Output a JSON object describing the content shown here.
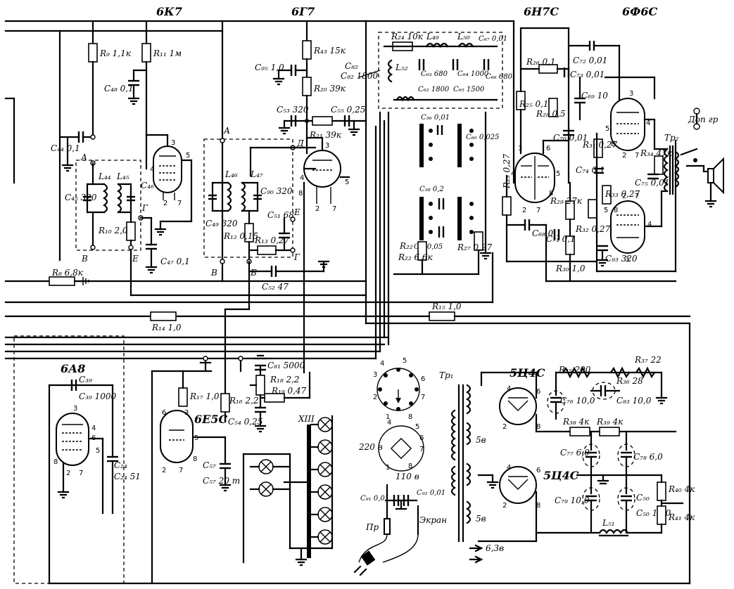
{
  "tubes": {
    "t6k7": "6К7",
    "t6g7": "6Г7",
    "t6n7s": "6Н7С",
    "t6f6s": "6Ф6С",
    "t6a8": "6А8",
    "t6e5s": "6Е5С",
    "t5c4s_a": "5Ц4С",
    "t5c4s_b": "5Ц4С"
  },
  "resistors": {
    "r9": "R₉ 1,1к",
    "r11": "R₁₁ 1м",
    "r43": "R₄₃ 15к",
    "r20": "R₂₀ 39к",
    "r21": "R₂₁ 39к",
    "r24": "R₂₄ 10к",
    "r26": "R₂₆ 0,1",
    "r25": "R₂₅ 0,1",
    "r28": "R₂₈ 0,5",
    "r31": "R₃₁ 0,27",
    "r34": "R₃₄ 47к",
    "r33": "R₃₃ 0,27",
    "r32": "R₃₂ 0,27",
    "r23": "R₂₃ 0,27",
    "r29": "R₂₉ 27к",
    "r30": "R₃₀ 1,0",
    "r27": "R₂₇ 0,27",
    "r22": "R₂₂ 6,6к",
    "r10": "R₁₀ 2,0",
    "r12": "R₁₂ 0,15",
    "r13": "R₁₃ 0,27",
    "r8": "R₈ 6,8к",
    "r15": "R₁₅ 1,0",
    "r14": "R₁₄ 1,0",
    "r17": "R₁₇ 1,0",
    "r16": "R₁₆ 2,2",
    "r18": "R₁₈ 2,2",
    "r19": "R₁₉ 0,47",
    "r35": "R₃₅ 200",
    "r36": "R₃₆ 28",
    "r37": "R₃₇ 22",
    "r38": "R₃₈ 4к",
    "r39": "R₃₉ 4к",
    "r40": "R₄₀ 4к",
    "r41": "R₄₁ 4к"
  },
  "capacitors": {
    "c48": "C₄₈ 0,1",
    "c95": "C₉₅ 1,0",
    "c82": "C₈₂ 1800",
    "c53": "C₅₃ 320",
    "c55": "C₅₅ 0,25",
    "c44": "C₄₄ 0,1",
    "c45": "C₄₅ 320",
    "c46": "C₄₆ 320",
    "c47": "C₄₇ 0,1",
    "c49": "C₄₉ 320",
    "c90": "C₉₀ 320",
    "c51": "C₅₁ 68",
    "c52": "C₅₂ 47",
    "c67": "C₆₇ 0,01",
    "c63": "C₆₃ 680",
    "c64": "C₆₄ 1000",
    "c66": "C₆₆ 680",
    "c62": "C₆₂ 1800",
    "c65": "C₆₅ 1500",
    "c56": "C₅₆ 0,01",
    "c60": "C₆₀ 0,025",
    "c58": "C₅₈ 0,2",
    "c59": "C₅₉ 0,05",
    "c72": "C₇₂ 0,01",
    "c73": "C₇₃ 0,01",
    "c69": "C₆₉ 10",
    "c70": "C₇₀ 0,01",
    "c68": "C₆₈ 0,1",
    "c71": "C₇₁ 0,1",
    "c74": "C₇₄ 0,1",
    "c75": "C₇₅ 0,01",
    "c93": "C₉₃ 320",
    "c39": "C₃₉ 1000",
    "c24": "C₂₄ 51",
    "c54": "C₅₄ 0,25",
    "c57": "C₅₇ 20 т",
    "c81": "C₈₁ 5000",
    "c76": "C₇₆ 10,0",
    "c83": "C₈₃ 10,0",
    "c77": "C₇₇ 6,0",
    "c78": "C₇₈ 6,0",
    "c79": "C₇₉ 10,0",
    "c50": "C₅₀ 16,0",
    "c91": "C₉₁ 0,01",
    "c92": "C₉₂ 0,01"
  },
  "inductors": {
    "l44": "L₄₄",
    "l45": "L₄₅",
    "l46": "L₄₆",
    "l47": "L₄₇",
    "l49": "L₄₉",
    "l50": "L₅₀",
    "l52": "L₅₂",
    "l51": "L₅₁"
  },
  "nodes": {
    "a1": "А",
    "b1": "В",
    "e1": "Е",
    "a2": "А",
    "d2": "Д",
    "e2": "Е",
    "g2": "Г",
    "b2": "В",
    "bb2": "Б",
    "g1": "Г"
  },
  "misc": {
    "tr1": "Тр₁",
    "tr2": "Тр₂",
    "ext_speaker": "Доп гр",
    "switch": "XIII",
    "v220": "220 в",
    "v110": "110 в",
    "v58a": "5в",
    "v58b": "5в",
    "v63": "6,3в",
    "fuse": "Пр",
    "screen": "Экран"
  },
  "pins": {
    "p3": "3",
    "p4": "4",
    "p5": "5",
    "p2": "2",
    "p7": "7",
    "p6": "6",
    "p8": "8",
    "p1": "1"
  }
}
